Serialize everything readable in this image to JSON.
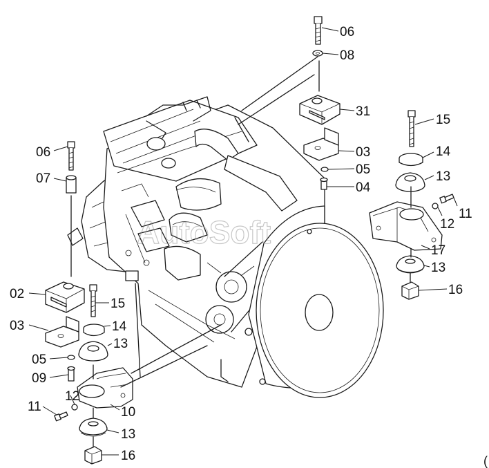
{
  "watermark": "AutoSoft",
  "edge_mark": "(",
  "callouts": [
    {
      "id": "c06-top",
      "label": "06"
    },
    {
      "id": "c08",
      "label": "08"
    },
    {
      "id": "c31",
      "label": "31"
    },
    {
      "id": "c03-right",
      "label": "03"
    },
    {
      "id": "c05-right",
      "label": "05"
    },
    {
      "id": "c04",
      "label": "04"
    },
    {
      "id": "c15-right",
      "label": "15"
    },
    {
      "id": "c14-right",
      "label": "14"
    },
    {
      "id": "c13-right-upper",
      "label": "13"
    },
    {
      "id": "c11-right",
      "label": "11"
    },
    {
      "id": "c12-right",
      "label": "12"
    },
    {
      "id": "c17",
      "label": "17"
    },
    {
      "id": "c13-right-lower",
      "label": "13"
    },
    {
      "id": "c16-right",
      "label": "16"
    },
    {
      "id": "c06-left",
      "label": "06"
    },
    {
      "id": "c07",
      "label": "07"
    },
    {
      "id": "c02",
      "label": "02"
    },
    {
      "id": "c15-left",
      "label": "15"
    },
    {
      "id": "c03-left",
      "label": "03"
    },
    {
      "id": "c14-left",
      "label": "14"
    },
    {
      "id": "c13-left-upper",
      "label": "13"
    },
    {
      "id": "c05-left",
      "label": "05"
    },
    {
      "id": "c09",
      "label": "09"
    },
    {
      "id": "c12-left",
      "label": "12"
    },
    {
      "id": "c11-left",
      "label": "11"
    },
    {
      "id": "c10",
      "label": "10"
    },
    {
      "id": "c13-left-lower",
      "label": "13"
    },
    {
      "id": "c16-left",
      "label": "16"
    }
  ]
}
